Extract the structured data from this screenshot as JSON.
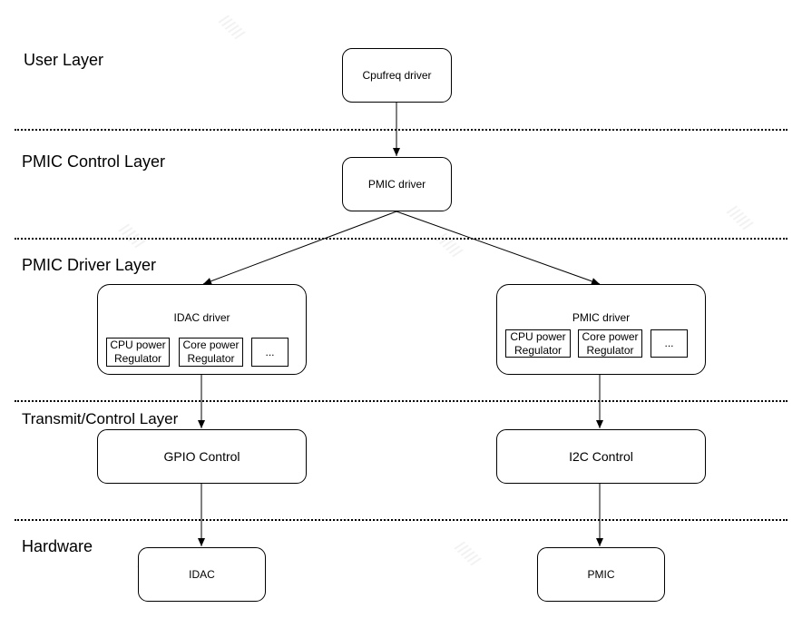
{
  "layers": {
    "user": "User Layer",
    "pmic_control": "PMIC Control Layer",
    "pmic_driver": "PMIC Driver Layer",
    "transmit_control": "Transmit/Control Layer",
    "hardware": "Hardware"
  },
  "nodes": {
    "cpufreq_driver": "Cpufreq driver",
    "pmic_driver_top": "PMIC driver",
    "idac_driver": {
      "title": "IDAC driver",
      "sub1_line1": "CPU power",
      "sub1_line2": "Regulator",
      "sub2_line1": "Core power",
      "sub2_line2": "Regulator",
      "sub3": "..."
    },
    "pmic_driver_group": {
      "title": "PMIC driver",
      "sub1_line1": "CPU power",
      "sub1_line2": "Regulator",
      "sub2_line1": "Core power",
      "sub2_line2": "Regulator",
      "sub3": "..."
    },
    "gpio_control": "GPIO Control",
    "i2c_control": "I2C Control",
    "idac": "IDAC",
    "pmic": "PMIC"
  }
}
